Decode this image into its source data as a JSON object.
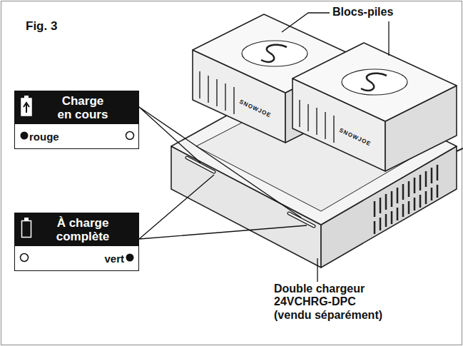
{
  "diagram": {
    "title": "Fig. 3",
    "nodes": [
      {
        "text": [
          "Charge en cours",
          "rouge"
        ]
      },
      {
        "text": [
          "À charge complète",
          "vert"
        ]
      }
    ],
    "labels": [
      "Blocs-piles",
      "Double chargeur 24VCHRG-DPC (vendu séparément)",
      "SNOWJOE",
      "SNOWJOE"
    ]
  }
}
